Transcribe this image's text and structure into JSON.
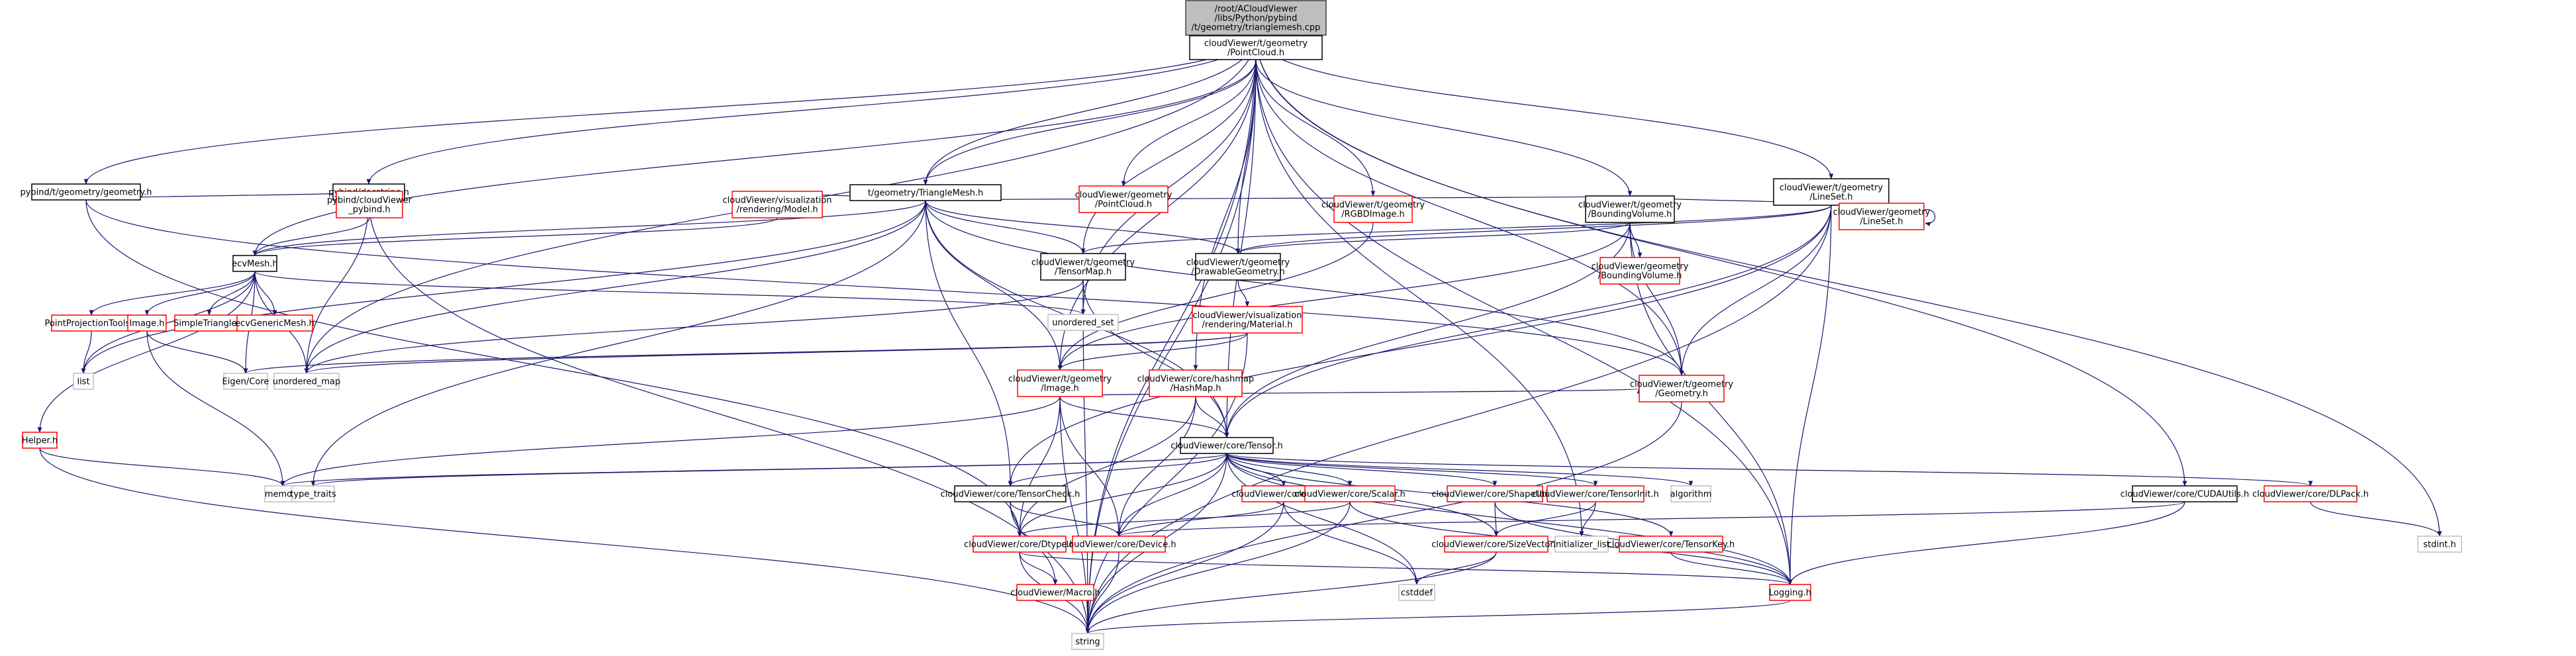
{
  "title": "Include dependency graph for triangleMesh.cpp",
  "colors": {
    "edge": "#191970",
    "root_fill": "#bfbfbf",
    "documented_border": "#000000",
    "undocumented_border": "#ff0000",
    "system_border": "#bfbfbf"
  },
  "nodes": [
    {
      "id": "root",
      "kind": "root",
      "lines": [
        "/root/ACloudViewer",
        "/libs/Python/pybind",
        "/t/geometry/trianglemesh.cpp"
      ]
    },
    {
      "id": "tpointcloud",
      "kind": "doc",
      "lines": [
        "cloudViewer/t/geometry",
        "/PointCloud.h"
      ]
    },
    {
      "id": "pygeom",
      "kind": "doc",
      "lines": [
        "pybind/t/geometry/geometry.h"
      ]
    },
    {
      "id": "docstring",
      "kind": "doc",
      "lines": [
        "pybind/docstring.h"
      ]
    },
    {
      "id": "ttrimesh",
      "kind": "doc",
      "lines": [
        "t/geometry/TriangleMesh.h"
      ]
    },
    {
      "id": "gpointcloud",
      "kind": "undoc",
      "lines": [
        "cloudViewer/geometry",
        "/PointCloud.h"
      ]
    },
    {
      "id": "tlineset",
      "kind": "doc",
      "lines": [
        "cloudViewer/t/geometry",
        "/LineSet.h"
      ]
    },
    {
      "id": "cvpybind",
      "kind": "undoc",
      "lines": [
        "pybind/cloudViewer",
        "_pybind.h"
      ]
    },
    {
      "id": "model",
      "kind": "undoc",
      "lines": [
        "cloudViewer/visualization",
        "/rendering/Model.h"
      ]
    },
    {
      "id": "rgbd",
      "kind": "undoc",
      "lines": [
        "cloudViewer/t/geometry",
        "/RGBDImage.h"
      ]
    },
    {
      "id": "tbv",
      "kind": "doc",
      "lines": [
        "cloudViewer/t/geometry",
        "/BoundingVolume.h"
      ]
    },
    {
      "id": "glineset",
      "kind": "undoc",
      "lines": [
        "cloudViewer/geometry",
        "/LineSet.h"
      ]
    },
    {
      "id": "ecvmesh",
      "kind": "doc",
      "lines": [
        "ecvMesh.h"
      ]
    },
    {
      "id": "tensormap",
      "kind": "doc",
      "lines": [
        "cloudViewer/t/geometry",
        "/TensorMap.h"
      ]
    },
    {
      "id": "drawable",
      "kind": "doc",
      "lines": [
        "cloudViewer/t/geometry",
        "/DrawableGeometry.h"
      ]
    },
    {
      "id": "gbv",
      "kind": "undoc",
      "lines": [
        "cloudViewer/geometry",
        "/BoundingVolume.h"
      ]
    },
    {
      "id": "ppt",
      "kind": "undoc",
      "lines": [
        "PointProjectionTools.h"
      ]
    },
    {
      "id": "image",
      "kind": "undoc",
      "lines": [
        "Image.h"
      ]
    },
    {
      "id": "simpletri",
      "kind": "undoc",
      "lines": [
        "SimpleTriangle.h"
      ]
    },
    {
      "id": "genmesh",
      "kind": "undoc",
      "lines": [
        "ecvGenericMesh.h"
      ]
    },
    {
      "id": "uset",
      "kind": "sys",
      "lines": [
        "unordered_set"
      ]
    },
    {
      "id": "material",
      "kind": "undoc",
      "lines": [
        "cloudViewer/visualization",
        "/rendering/Material.h"
      ]
    },
    {
      "id": "list",
      "kind": "sys",
      "lines": [
        "list"
      ]
    },
    {
      "id": "eigen",
      "kind": "sys",
      "lines": [
        "Eigen/Core"
      ]
    },
    {
      "id": "umap",
      "kind": "sys",
      "lines": [
        "unordered_map"
      ]
    },
    {
      "id": "timage",
      "kind": "undoc",
      "lines": [
        "cloudViewer/t/geometry",
        "/Image.h"
      ]
    },
    {
      "id": "hashmap",
      "kind": "undoc",
      "lines": [
        "cloudViewer/core/hashmap",
        "/HashMap.h"
      ]
    },
    {
      "id": "tgeometry",
      "kind": "undoc",
      "lines": [
        "cloudViewer/t/geometry",
        "/Geometry.h"
      ]
    },
    {
      "id": "helper",
      "kind": "undoc",
      "lines": [
        "Helper.h"
      ]
    },
    {
      "id": "tensor",
      "kind": "doc",
      "lines": [
        "cloudViewer/core/Tensor.h"
      ]
    },
    {
      "id": "memory",
      "kind": "sys",
      "lines": [
        "memory"
      ]
    },
    {
      "id": "typetraits",
      "kind": "sys",
      "lines": [
        "type_traits"
      ]
    },
    {
      "id": "tensorcheck",
      "kind": "doc",
      "lines": [
        "cloudViewer/core/TensorCheck.h"
      ]
    },
    {
      "id": "blob",
      "kind": "undoc",
      "lines": [
        "cloudViewer/core/Blob.h"
      ]
    },
    {
      "id": "scalar",
      "kind": "undoc",
      "lines": [
        "cloudViewer/core/Scalar.h"
      ]
    },
    {
      "id": "shapeutil",
      "kind": "undoc",
      "lines": [
        "cloudViewer/core/ShapeUtil.h"
      ]
    },
    {
      "id": "tensorinit",
      "kind": "undoc",
      "lines": [
        "cloudViewer/core/TensorInit.h"
      ]
    },
    {
      "id": "algorithm",
      "kind": "sys",
      "lines": [
        "algorithm"
      ]
    },
    {
      "id": "cudautils",
      "kind": "doc",
      "lines": [
        "cloudViewer/core/CUDAUtils.h"
      ]
    },
    {
      "id": "dlpack",
      "kind": "undoc",
      "lines": [
        "cloudViewer/core/DLPack.h"
      ]
    },
    {
      "id": "dtype",
      "kind": "undoc",
      "lines": [
        "cloudViewer/core/Dtype.h"
      ]
    },
    {
      "id": "device",
      "kind": "undoc",
      "lines": [
        "cloudViewer/core/Device.h"
      ]
    },
    {
      "id": "sizevector",
      "kind": "undoc",
      "lines": [
        "cloudViewer/core/SizeVector.h"
      ]
    },
    {
      "id": "initlist",
      "kind": "sys",
      "lines": [
        "initializer_list"
      ]
    },
    {
      "id": "tensorkey",
      "kind": "undoc",
      "lines": [
        "cloudViewer/core/TensorKey.h"
      ]
    },
    {
      "id": "stdint",
      "kind": "sys",
      "lines": [
        "stdint.h"
      ]
    },
    {
      "id": "macro",
      "kind": "undoc",
      "lines": [
        "cloudViewer/Macro.h"
      ]
    },
    {
      "id": "cstddef",
      "kind": "sys",
      "lines": [
        "cstddef"
      ]
    },
    {
      "id": "logging",
      "kind": "undoc",
      "lines": [
        "Logging.h"
      ]
    },
    {
      "id": "string",
      "kind": "sys",
      "lines": [
        "string"
      ]
    }
  ],
  "edges": [
    [
      "root",
      "tpointcloud"
    ],
    [
      "root",
      "pygeom"
    ],
    [
      "root",
      "docstring"
    ],
    [
      "root",
      "ttrimesh"
    ],
    [
      "root",
      "tlineset"
    ],
    [
      "root",
      "cudautils"
    ],
    [
      "root",
      "umap"
    ],
    [
      "root",
      "stdint"
    ],
    [
      "root",
      "string"
    ],
    [
      "tpointcloud",
      "ttrimesh"
    ],
    [
      "tpointcloud",
      "gpointcloud"
    ],
    [
      "tpointcloud",
      "rgbd"
    ],
    [
      "tpointcloud",
      "tbv"
    ],
    [
      "tpointcloud",
      "tensormap"
    ],
    [
      "tpointcloud",
      "drawable"
    ],
    [
      "tpointcloud",
      "ecvmesh"
    ],
    [
      "tpointcloud",
      "uset"
    ],
    [
      "tpointcloud",
      "timage"
    ],
    [
      "tpointcloud",
      "hashmap"
    ],
    [
      "tpointcloud",
      "tgeometry"
    ],
    [
      "tpointcloud",
      "tensor"
    ],
    [
      "tpointcloud",
      "logging"
    ],
    [
      "tpointcloud",
      "string"
    ],
    [
      "tpointcloud",
      "initlist"
    ],
    [
      "pygeom",
      "cvpybind"
    ],
    [
      "pygeom",
      "dtype"
    ],
    [
      "pygeom",
      "tgeometry"
    ],
    [
      "docstring",
      "cvpybind"
    ],
    [
      "docstring",
      "umap"
    ],
    [
      "docstring",
      "string"
    ],
    [
      "cvpybind",
      "ecvmesh"
    ],
    [
      "ttrimesh",
      "model"
    ],
    [
      "ttrimesh",
      "ecvmesh"
    ],
    [
      "ttrimesh",
      "tensormap"
    ],
    [
      "ttrimesh",
      "drawable"
    ],
    [
      "ttrimesh",
      "tbv"
    ],
    [
      "ttrimesh",
      "timage"
    ],
    [
      "ttrimesh",
      "tensor"
    ],
    [
      "ttrimesh",
      "tgeometry"
    ],
    [
      "ttrimesh",
      "umap"
    ],
    [
      "ttrimesh",
      "list"
    ],
    [
      "ttrimesh",
      "typetraits"
    ],
    [
      "ttrimesh",
      "tensorcheck"
    ],
    [
      "model",
      "ecvmesh"
    ],
    [
      "tlineset",
      "tbv"
    ],
    [
      "tlineset",
      "glineset"
    ],
    [
      "tlineset",
      "tensormap"
    ],
    [
      "tlineset",
      "drawable"
    ],
    [
      "tlineset",
      "tgeometry"
    ],
    [
      "tlineset",
      "tensor"
    ],
    [
      "tlineset",
      "tensorcheck"
    ],
    [
      "tlineset",
      "logging"
    ],
    [
      "tlineset",
      "string"
    ],
    [
      "glineset",
      "glineset"
    ],
    [
      "tbv",
      "gbv"
    ],
    [
      "tbv",
      "drawable"
    ],
    [
      "tbv",
      "tgeometry"
    ],
    [
      "tbv",
      "tensor"
    ],
    [
      "tbv",
      "timage"
    ],
    [
      "tbv",
      "logging"
    ],
    [
      "rgbd",
      "timage"
    ],
    [
      "ecvmesh",
      "ppt"
    ],
    [
      "ecvmesh",
      "image"
    ],
    [
      "ecvmesh",
      "simpletri"
    ],
    [
      "ecvmesh",
      "genmesh"
    ],
    [
      "ecvmesh",
      "eigen"
    ],
    [
      "ecvmesh",
      "umap"
    ],
    [
      "ecvmesh",
      "uset"
    ],
    [
      "ecvmesh",
      "helper"
    ],
    [
      "ecvmesh",
      "list"
    ],
    [
      "ppt",
      "list"
    ],
    [
      "image",
      "eigen"
    ],
    [
      "image",
      "memory"
    ],
    [
      "tensormap",
      "uset"
    ],
    [
      "tensormap",
      "tensor"
    ],
    [
      "tensormap",
      "string"
    ],
    [
      "tensormap",
      "umap"
    ],
    [
      "drawable",
      "material"
    ],
    [
      "material",
      "eigen"
    ],
    [
      "material",
      "umap"
    ],
    [
      "material",
      "timage"
    ],
    [
      "material",
      "string"
    ],
    [
      "timage",
      "tensor"
    ],
    [
      "timage",
      "tgeometry"
    ],
    [
      "timage",
      "dtype"
    ],
    [
      "timage",
      "device"
    ],
    [
      "timage",
      "memory"
    ],
    [
      "timage",
      "string"
    ],
    [
      "hashmap",
      "tensor"
    ],
    [
      "hashmap",
      "dtype"
    ],
    [
      "hashmap",
      "device"
    ],
    [
      "tgeometry",
      "string"
    ],
    [
      "helper",
      "memory"
    ],
    [
      "helper",
      "string"
    ],
    [
      "tensor",
      "tensorcheck"
    ],
    [
      "tensor",
      "blob"
    ],
    [
      "tensor",
      "scalar"
    ],
    [
      "tensor",
      "shapeutil"
    ],
    [
      "tensor",
      "tensorinit"
    ],
    [
      "tensor",
      "algorithm"
    ],
    [
      "tensor",
      "dlpack"
    ],
    [
      "tensor",
      "dtype"
    ],
    [
      "tensor",
      "device"
    ],
    [
      "tensor",
      "sizevector"
    ],
    [
      "tensor",
      "tensorkey"
    ],
    [
      "tensor",
      "memory"
    ],
    [
      "tensor",
      "typetraits"
    ],
    [
      "tensor",
      "cstddef"
    ],
    [
      "tensor",
      "string"
    ],
    [
      "tensor",
      "logging"
    ],
    [
      "tensorcheck",
      "dtype"
    ],
    [
      "tensorcheck",
      "device"
    ],
    [
      "tensorcheck",
      "macro"
    ],
    [
      "blob",
      "device"
    ],
    [
      "blob",
      "cstddef"
    ],
    [
      "blob",
      "string"
    ],
    [
      "scalar",
      "dtype"
    ],
    [
      "scalar",
      "logging"
    ],
    [
      "scalar",
      "string"
    ],
    [
      "shapeutil",
      "sizevector"
    ],
    [
      "shapeutil",
      "logging"
    ],
    [
      "tensorinit",
      "sizevector"
    ],
    [
      "tensorinit",
      "initlist"
    ],
    [
      "cudautils",
      "device"
    ],
    [
      "cudautils",
      "logging"
    ],
    [
      "dlpack",
      "stdint"
    ],
    [
      "dtype",
      "macro"
    ],
    [
      "dtype",
      "string"
    ],
    [
      "dtype",
      "logging"
    ],
    [
      "device",
      "string"
    ],
    [
      "sizevector",
      "cstddef"
    ],
    [
      "sizevector",
      "string"
    ],
    [
      "tensorkey",
      "logging"
    ],
    [
      "logging",
      "string"
    ]
  ]
}
